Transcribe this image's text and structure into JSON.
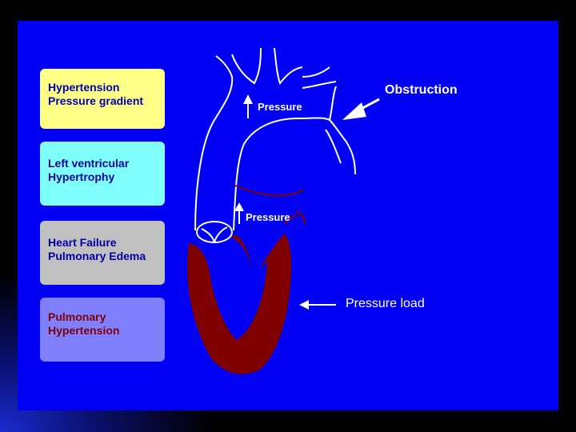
{
  "boxes": [
    {
      "line1": "Hypertension",
      "line2": "Pressure gradient",
      "color": "#ffff88"
    },
    {
      "line1": "Left ventricular",
      "line2": "Hypertrophy",
      "color": "#80ffff"
    },
    {
      "line1": "Heart Failure",
      "line2": "Pulmonary Edema",
      "color": "#c0c0c0"
    },
    {
      "line1": "Pulmonary",
      "line2": "Hypertension",
      "color": "#8080ff"
    }
  ],
  "labels": {
    "obstruction": "Obstruction",
    "pressure_top": "Pressure",
    "pressure_mid": "Pressure",
    "pressure_load": "Pressure load"
  },
  "colors": {
    "background": "#0000f5",
    "myocardium": "#800000",
    "outline": "#ffffff"
  }
}
